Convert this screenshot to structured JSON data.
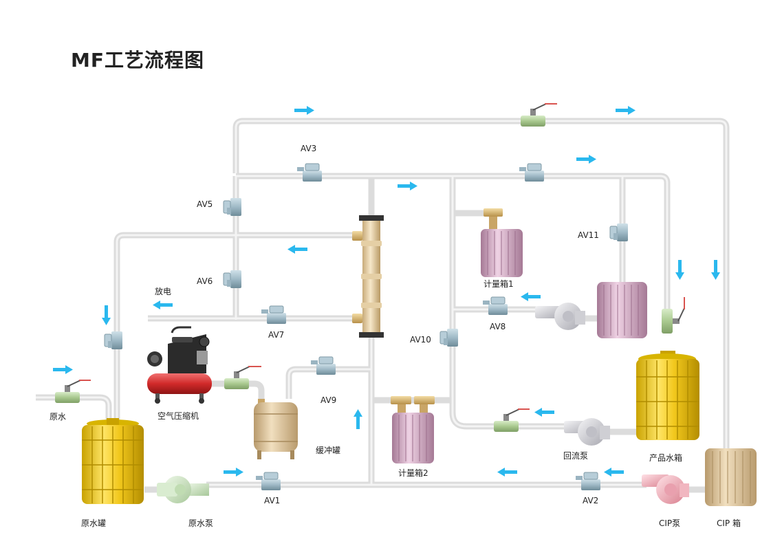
{
  "title": "MF工艺流程图",
  "labels": {
    "raw_water": "原水",
    "raw_water_tank": "原水罐",
    "raw_water_pump": "原水泵",
    "air_compressor": "空气压缩机",
    "buffer_tank": "缓冲罐",
    "metering_tank_1": "计量箱1",
    "metering_tank_2": "计量箱2",
    "reflux_pump": "回流泵",
    "product_water_tank": "产品水箱",
    "cip_pump": "CIP泵",
    "cip_tank": "CIP 箱",
    "discharge": "放电",
    "av1": "AV1",
    "av2": "AV2",
    "av3": "AV3",
    "av5": "AV5",
    "av6": "AV6",
    "av7": "AV7",
    "av8": "AV8",
    "av9": "AV9",
    "av10": "AV10",
    "av11": "AV11"
  },
  "colors": {
    "pipe": "#dcdcdc",
    "flow_arrow": "#2ab8ee",
    "tank_gold": "#e8c020",
    "tank_pink": "#c79ab4",
    "tank_tan": "#d9bf96",
    "compressor_red": "#d63a3a",
    "valve_handle": "#d9534f"
  }
}
